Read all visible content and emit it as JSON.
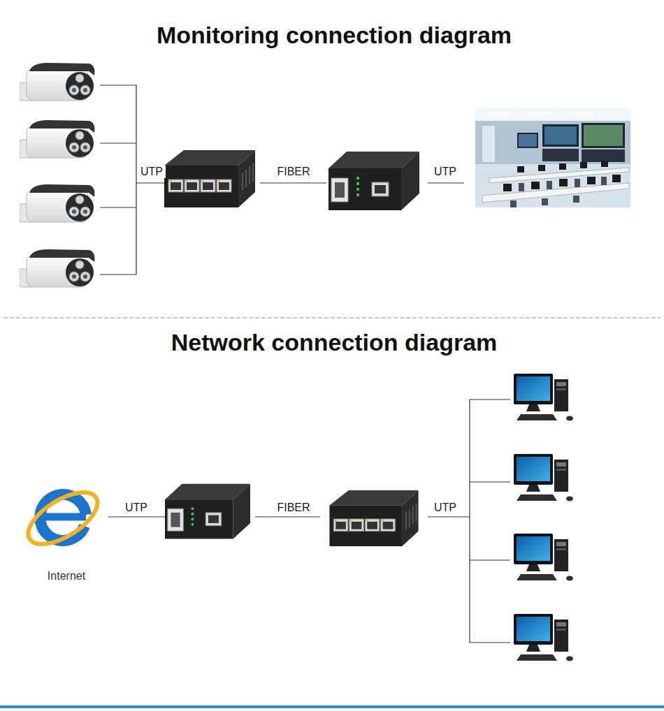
{
  "diagram": {
    "title": "Monitoring connection diagram",
    "nodes": [
      {
        "text": [
          "Internet"
        ]
      }
    ],
    "labels": [
      "UTP",
      "FIBER",
      "UTP",
      "Network connection diagram",
      "UTP",
      "FIBER",
      "UTP"
    ]
  }
}
